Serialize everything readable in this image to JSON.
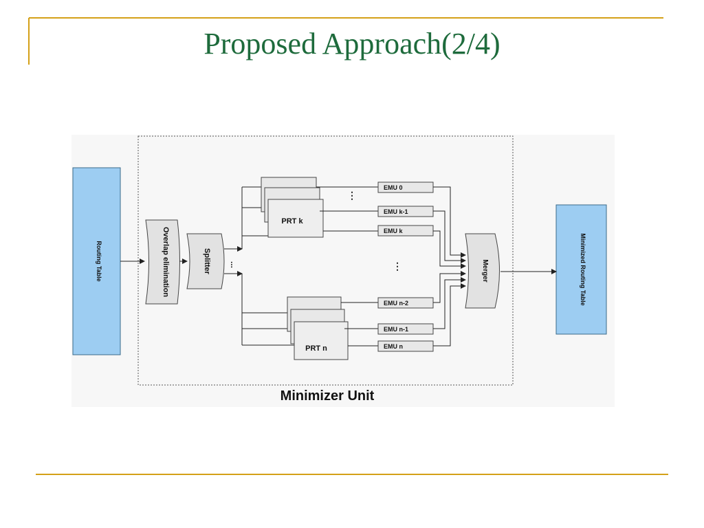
{
  "slide": {
    "title": "Proposed Approach(2/4)",
    "accent_color": "#d4a017",
    "title_color": "#1e6b3c"
  },
  "diagram": {
    "routing_table_label": "Routing Table",
    "overlap_label": "Overlap elimination",
    "splitter_label": "Splitter",
    "prt_k_label": "PRT k",
    "prt_n_label": "PRT n",
    "emu_labels": [
      "EMU 0",
      "EMU k-1",
      "EMU k",
      "EMU n-2",
      "EMU n-1",
      "EMU n"
    ],
    "merger_label": "Merger",
    "minimized_label": "Minimized Routing Table",
    "unit_label": "Minimizer Unit",
    "block_color": "#9dcdf2"
  }
}
